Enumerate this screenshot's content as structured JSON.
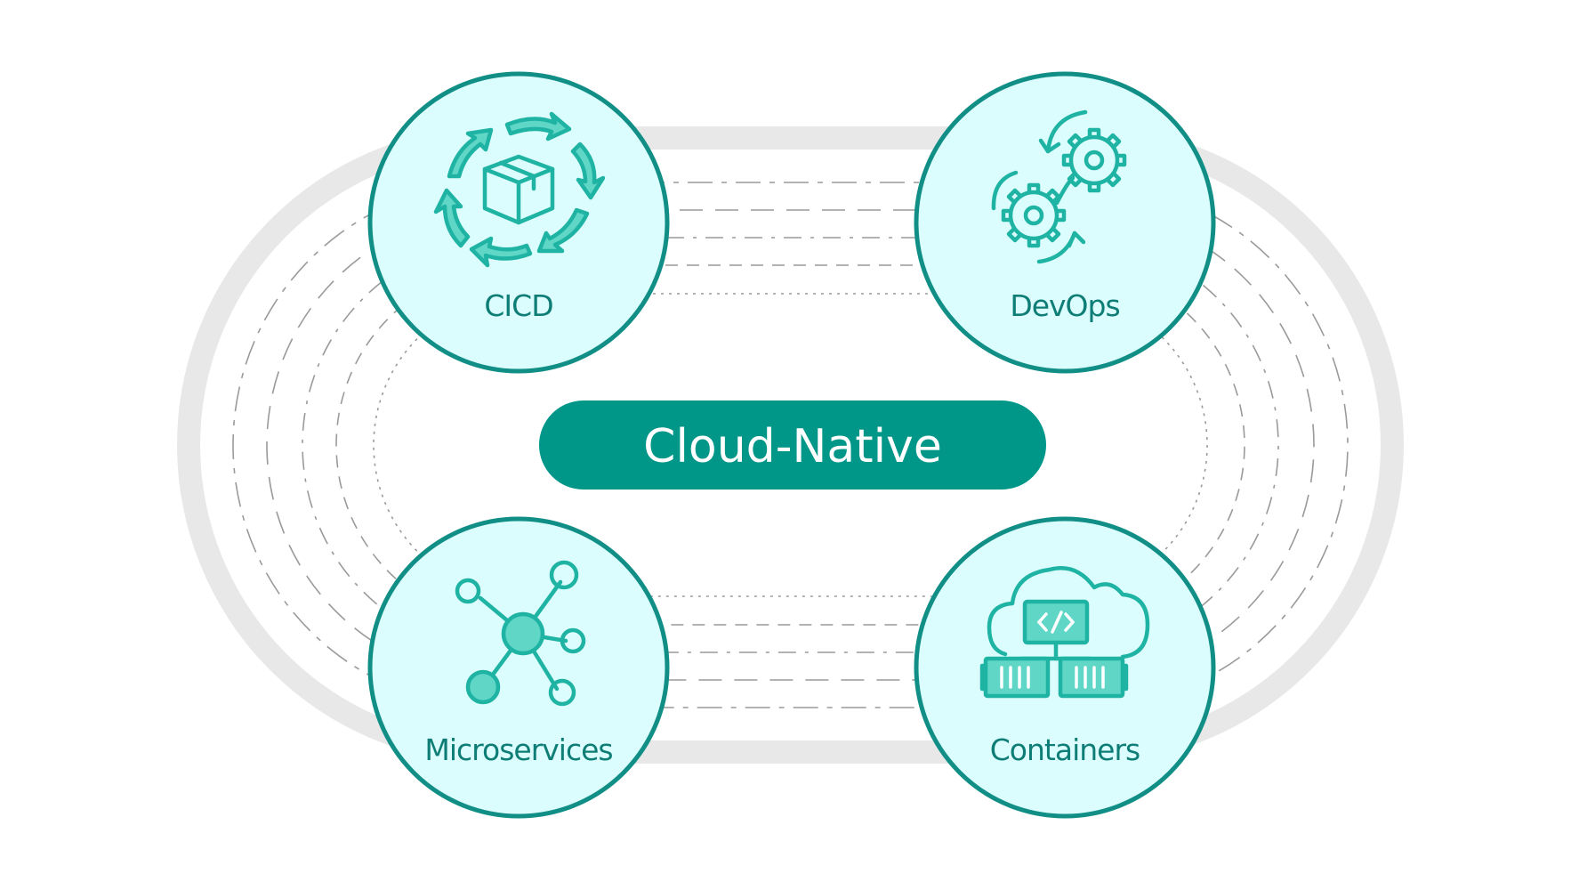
{
  "diagram": {
    "center": {
      "label": "Cloud-Native"
    },
    "nodes": [
      {
        "id": "cicd",
        "label": "CICD",
        "icon": "cicd-cycle-icon"
      },
      {
        "id": "devops",
        "label": "DevOps",
        "icon": "devops-gears-icon"
      },
      {
        "id": "microservices",
        "label": "Microservices",
        "icon": "microservices-network-icon"
      },
      {
        "id": "containers",
        "label": "Containers",
        "icon": "cloud-containers-icon"
      }
    ],
    "colors": {
      "accent": "#009688",
      "node_fill": "#dcfdfd",
      "node_stroke": "#118f86",
      "icon": "#1fb3a3",
      "track": "#e8e8e8"
    }
  }
}
